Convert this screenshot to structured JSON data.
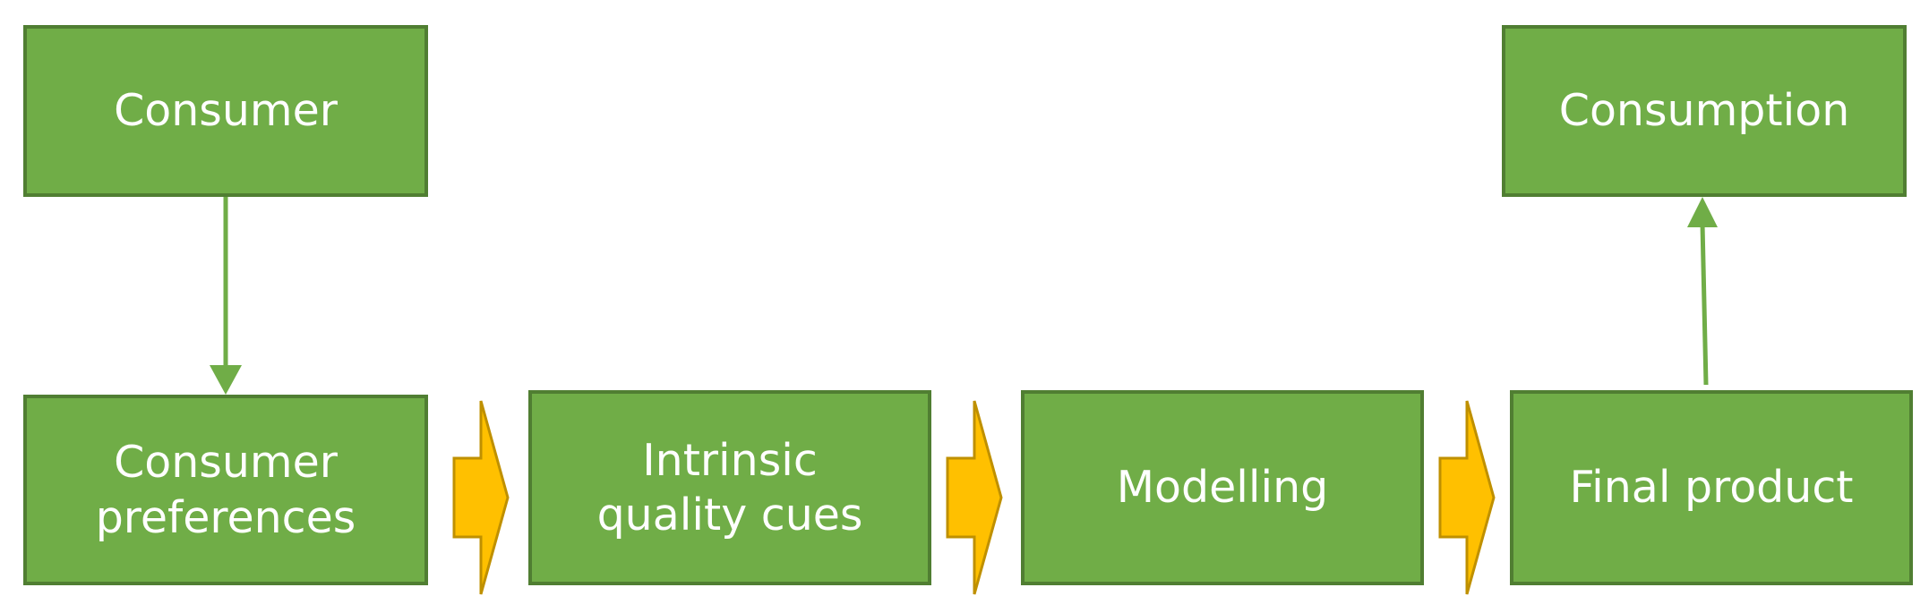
{
  "diagram": {
    "nodes": {
      "consumer": "Consumer",
      "consumption": "Consumption",
      "consumer_preferences": "Consumer\npreferences",
      "intrinsic_quality_cues": "Intrinsic\nquality cues",
      "modelling": "Modelling",
      "final_product": "Final product"
    },
    "edges": [
      {
        "from": "consumer",
        "to": "consumer_preferences",
        "style": "arrow-line"
      },
      {
        "from": "consumer_preferences",
        "to": "intrinsic_quality_cues",
        "style": "block-chevron"
      },
      {
        "from": "intrinsic_quality_cues",
        "to": "modelling",
        "style": "block-chevron"
      },
      {
        "from": "modelling",
        "to": "final_product",
        "style": "block-chevron"
      },
      {
        "from": "final_product",
        "to": "consumption",
        "style": "arrow-line"
      }
    ],
    "colors": {
      "box_fill": "#70ad47",
      "box_border": "#507e32",
      "box_text": "#ffffff",
      "chevron_fill": "#ffc000",
      "chevron_border": "#bf9000",
      "connector": "#70ad47"
    }
  }
}
